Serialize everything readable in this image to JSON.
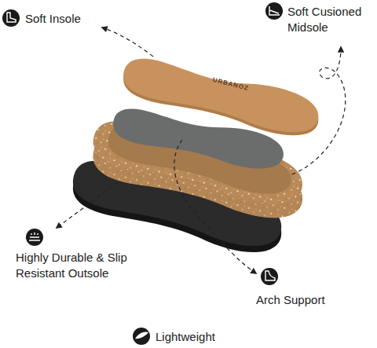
{
  "diagram": {
    "labels": [
      "Soft Insole",
      "Soft Cusioned Midsole",
      "URBANOZ",
      "Highly Durable & Slip Resistant Outsole",
      "Arch Support",
      "Lightweight"
    ]
  }
}
